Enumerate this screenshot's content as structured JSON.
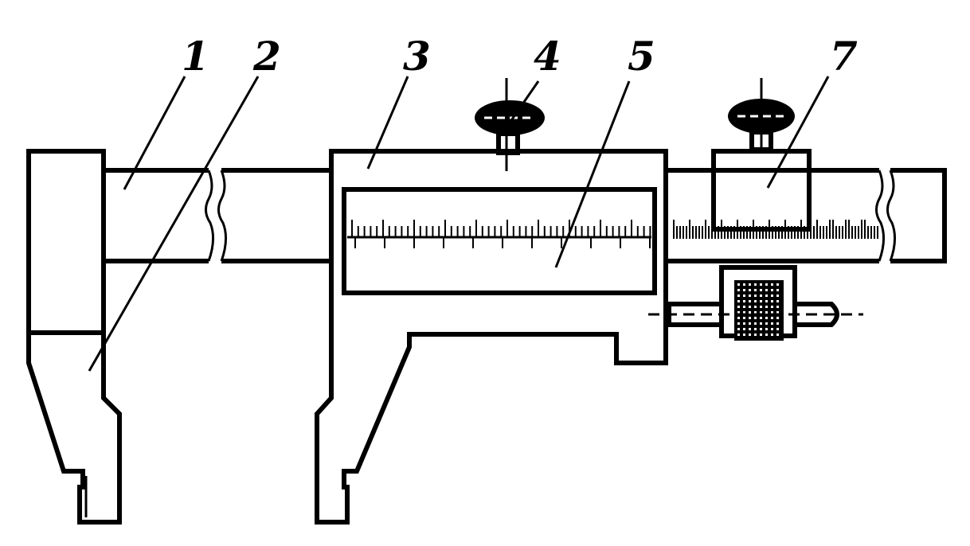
{
  "diagram": {
    "callouts": [
      {
        "id": "1",
        "text": "1"
      },
      {
        "id": "2",
        "text": "2"
      },
      {
        "id": "3",
        "text": "3"
      },
      {
        "id": "4",
        "text": "4"
      },
      {
        "id": "5",
        "text": "5"
      },
      {
        "id": "7",
        "text": "7"
      }
    ],
    "colors": {
      "line": "#000000",
      "background": "#ffffff"
    }
  }
}
